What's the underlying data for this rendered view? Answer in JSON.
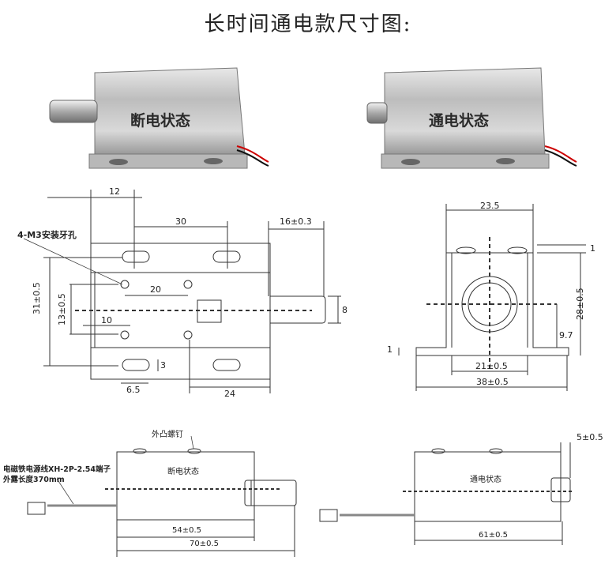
{
  "title": "长时间通电款尺寸图:",
  "photos": [
    {
      "label": "断电状态"
    },
    {
      "label": "通电状态"
    }
  ],
  "top_view": {
    "hole_note": "4-M3安装牙孔",
    "dims": {
      "d12": "12",
      "d30": "30",
      "d16": "16±0.3",
      "d31": "31±0.5",
      "d13": "13±0.5",
      "d20": "20",
      "d10": "10",
      "d3": "3",
      "d6_5": "6.5",
      "d24": "24",
      "d8": "8"
    }
  },
  "end_view": {
    "dims": {
      "d23_5": "23.5",
      "d1_top": "1",
      "d28": "28±0.5",
      "d9_7": "9.7",
      "d1_left": "1",
      "d21": "21±0.5",
      "d38": "38±0.5"
    }
  },
  "side_off": {
    "screw_note": "外凸螺钉",
    "wire_note_1": "电磁铁电源线XH-2P-2.54端子",
    "wire_note_2": "外露长度370mm",
    "state": "断电状态",
    "d54": "54±0.5",
    "d70": "70±0.5"
  },
  "side_on": {
    "state": "通电状态",
    "d5": "5±0.5",
    "d61": "61±0.5"
  }
}
